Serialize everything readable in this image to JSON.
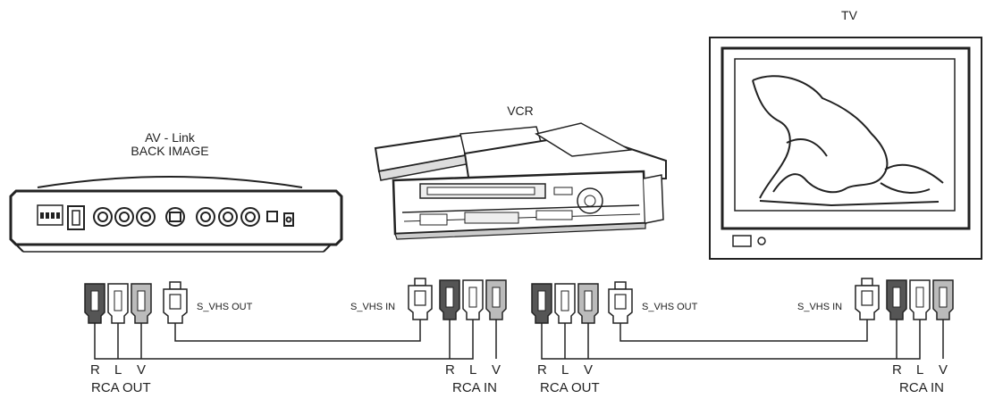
{
  "devices": {
    "avlink": {
      "title_line1": "AV - Link",
      "title_line2": "BACK IMAGE"
    },
    "vcr": {
      "title": "VCR"
    },
    "tv": {
      "title": "TV"
    }
  },
  "connections": {
    "group1": {
      "out_label": "RCA OUT",
      "svhs_out": "S_VHS OUT",
      "svhs_in": "S_VHS IN",
      "in_label": "RCA IN"
    },
    "group2": {
      "out_label": "RCA OUT",
      "svhs_out": "S_VHS OUT",
      "svhs_in": "S_VHS IN",
      "in_label": "RCA IN"
    }
  },
  "channels": {
    "r": "R",
    "l": "L",
    "v": "V"
  }
}
